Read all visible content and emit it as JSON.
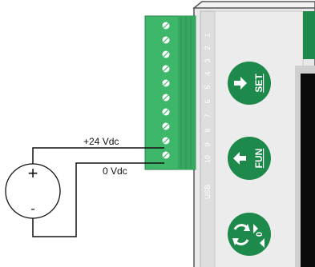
{
  "colors": {
    "terminal_green": "#3fb76a",
    "button_green": "#1d8a4c",
    "display_black": "#0a0a0a",
    "device_body": "#e9e9e9",
    "panel_edge": "#cfcfcf",
    "wire": "#111111"
  },
  "supply": {
    "positive_label": "+24 Vdc",
    "zero_label": "0 Vdc",
    "plus_sign": "+",
    "minus_sign": "-"
  },
  "terminal_numbers": [
    "1",
    "2",
    "3",
    "4",
    "5",
    "6",
    "7",
    "8",
    "9",
    "10"
  ],
  "usb_label": "USB",
  "buttons": [
    {
      "name": "set",
      "label": "SET",
      "icon": "arrow-right-icon"
    },
    {
      "name": "fun",
      "label": "FUN",
      "icon": "arrow-left-icon"
    },
    {
      "name": "zero",
      "label": "0",
      "icon": "rotate-arrows-icon"
    }
  ]
}
